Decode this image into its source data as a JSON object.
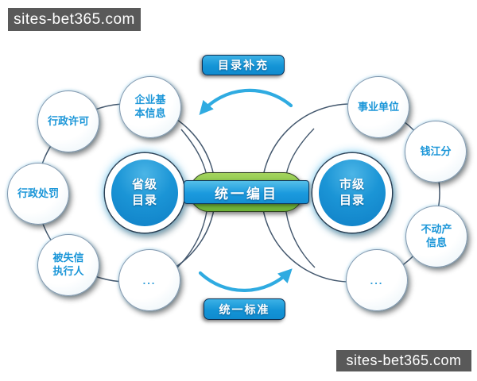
{
  "banners": {
    "top_left": "sites-bet365.com",
    "bottom_right": "sites-bet365.com"
  },
  "center": {
    "pill_label": "统一编目",
    "top_badge_label": "目录补充",
    "bottom_badge_label": "统一标准"
  },
  "left_group": {
    "hub_label": "省级\n目录",
    "nodes": [
      {
        "label": "行政许可"
      },
      {
        "label": "企业基\n本信息"
      },
      {
        "label": "行政处罚"
      },
      {
        "label": "被失信\n执行人"
      },
      {
        "label": "..."
      }
    ]
  },
  "right_group": {
    "hub_label": "市级\n目录",
    "nodes": [
      {
        "label": "事业单位"
      },
      {
        "label": "钱江分"
      },
      {
        "label": "不动产\n信息"
      },
      {
        "label": "..."
      }
    ]
  },
  "colors": {
    "accent_blue": "#1b96d8",
    "hub_blue": "#1b95d6",
    "pill_green": "#7cc142",
    "arc_blue": "#2fabe1",
    "ring_gray": "#44586e",
    "banner_gray": "#595959"
  }
}
